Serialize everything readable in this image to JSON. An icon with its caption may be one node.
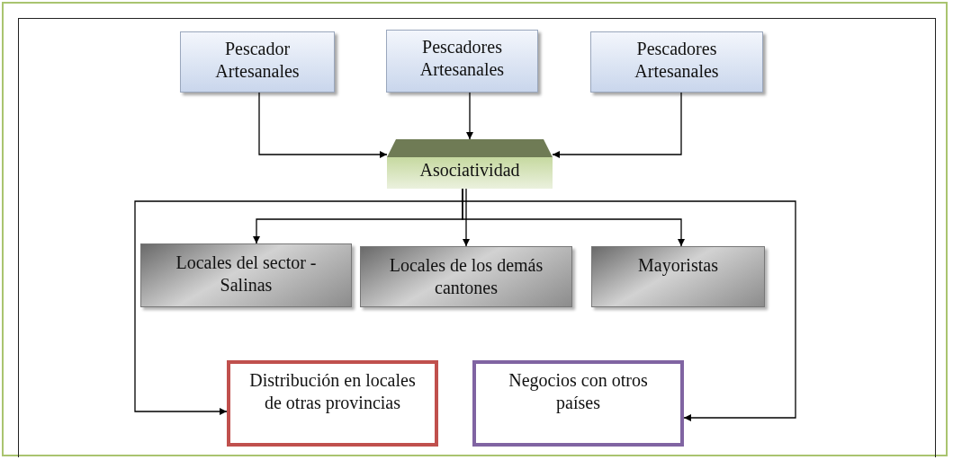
{
  "diagram": {
    "nodes": [
      {
        "text": [
          "Pescador Artesanales"
        ]
      },
      {
        "text": [
          "Pescadores Artesanales"
        ]
      },
      {
        "text": [
          "Pescadores Artesanales"
        ]
      },
      {
        "text": [
          "Asociatividad"
        ]
      },
      {
        "text": [
          "Locales del sector - Salinas"
        ]
      },
      {
        "text": [
          "Locales de los demás cantones"
        ]
      },
      {
        "text": [
          "Mayoristas"
        ]
      },
      {
        "text": [
          "Distribución en locales de otras provincias"
        ]
      },
      {
        "text": [
          "Negocios con otros países"
        ]
      }
    ],
    "edges": [
      {
        "from": 0,
        "to": 3,
        "arrow": "to"
      },
      {
        "from": 1,
        "to": 3,
        "arrow": "to"
      },
      {
        "from": 2,
        "to": 3,
        "arrow": "to"
      },
      {
        "from": 3,
        "to": 4,
        "arrow": "to"
      },
      {
        "from": 3,
        "to": 5,
        "arrow": "to"
      },
      {
        "from": 3,
        "to": 6,
        "arrow": "to"
      },
      {
        "from": 3,
        "to": 7,
        "arrow": "to"
      },
      {
        "from": 3,
        "to": 8,
        "arrow": "to"
      }
    ]
  }
}
